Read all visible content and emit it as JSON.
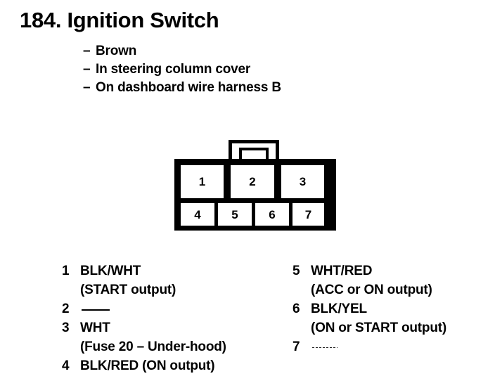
{
  "header": {
    "title": "184. Ignition Switch",
    "notes": [
      {
        "dash": "–",
        "text": "Brown"
      },
      {
        "dash": "–",
        "text": "In steering column cover"
      },
      {
        "dash": "–",
        "text": "On dashboard wire harness B"
      }
    ]
  },
  "connector": {
    "name": "7-cavity connector",
    "latch_label": "locking-tab",
    "top_row": [
      {
        "pin": "1"
      },
      {
        "pin": "2"
      },
      {
        "pin": "3"
      }
    ],
    "bottom_row": [
      {
        "pin": "4"
      },
      {
        "pin": "5"
      },
      {
        "pin": "6"
      },
      {
        "pin": "7"
      }
    ]
  },
  "legend": {
    "left": [
      {
        "num": "1",
        "wire": "BLK/WHT",
        "detail": "(START output)",
        "blank": false
      },
      {
        "num": "2",
        "wire": "",
        "detail": "",
        "blank": true
      },
      {
        "num": "3",
        "wire": "WHT",
        "detail": "(Fuse 20 – Under-hood)",
        "blank": false
      },
      {
        "num": "4",
        "wire": "BLK/RED (ON output)",
        "detail": "",
        "blank": false
      }
    ],
    "right": [
      {
        "num": "5",
        "wire": "WHT/RED",
        "detail": "(ACC or ON output)",
        "blank": false
      },
      {
        "num": "6",
        "wire": "BLK/YEL",
        "detail": "(ON or START output)",
        "blank": false
      },
      {
        "num": "7",
        "wire": "",
        "detail": "",
        "blank": true
      }
    ]
  },
  "colors": {
    "ink": "#000000",
    "paper": "#ffffff"
  }
}
